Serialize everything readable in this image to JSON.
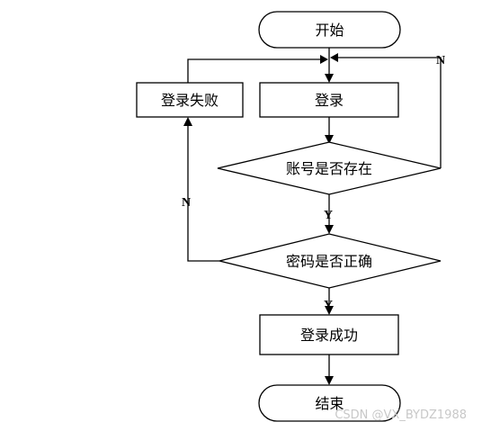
{
  "nodes": {
    "start": "开始",
    "login": "登录",
    "login_fail": "登录失败",
    "account_exists": "账号是否存在",
    "password_correct": "密码是否正确",
    "login_success": "登录成功",
    "end": "结束"
  },
  "branches": {
    "account_no": "N",
    "account_yes": "Y",
    "password_no": "N",
    "password_yes": "Y"
  },
  "watermark": "CSDN @VX_BYDZ1988"
}
